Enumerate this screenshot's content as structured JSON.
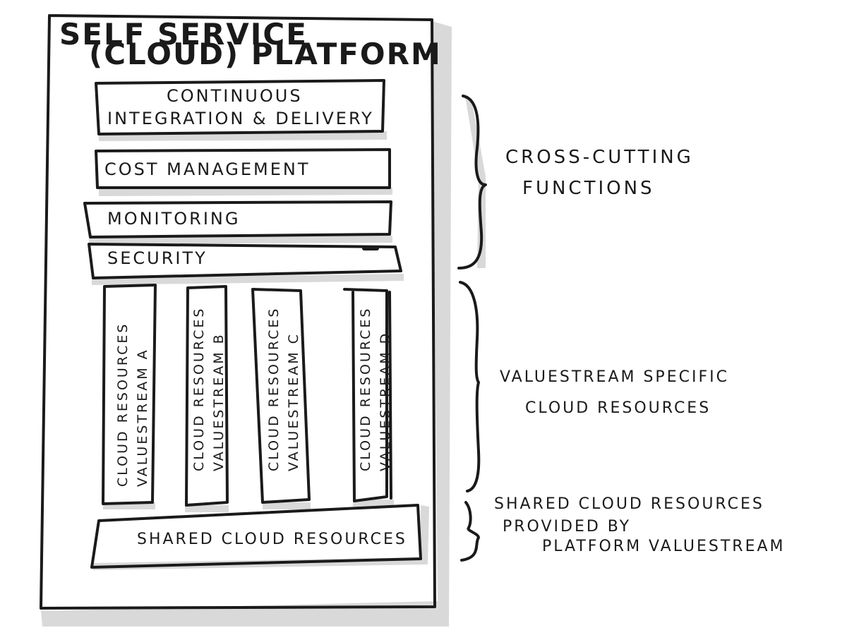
{
  "platform": {
    "title_line1": "Self Service",
    "title_line2": "(Cloud) Platform"
  },
  "layers": {
    "ci_line1": "Continuous",
    "ci_line2": "Integration & Delivery",
    "cost": "Cost Management",
    "monitoring": "Monitoring",
    "security": "Security"
  },
  "valuestreams": [
    {
      "line1": "Cloud Resources",
      "line2": "Valuestream A"
    },
    {
      "line1": "Cloud Resources",
      "line2": "Valuestream B"
    },
    {
      "line1": "Cloud Resources",
      "line2": "Valuestream C"
    },
    {
      "line1": "Cloud Resources",
      "line2": "Valuestream D"
    }
  ],
  "shared": {
    "label": "Shared Cloud Resources"
  },
  "annotations": {
    "crosscut_line1": "Cross-Cutting",
    "crosscut_line2": "Functions",
    "vs_line1": "Valuestream Specific",
    "vs_line2": "Cloud Resources",
    "shared_line1": "Shared Cloud Resources",
    "shared_line2": "Provided by",
    "shared_line3": "Platform Valuestream"
  },
  "colors": {
    "ink": "#1a1a1a",
    "shadow": "#d9d9d9",
    "paper": "#ffffff"
  }
}
